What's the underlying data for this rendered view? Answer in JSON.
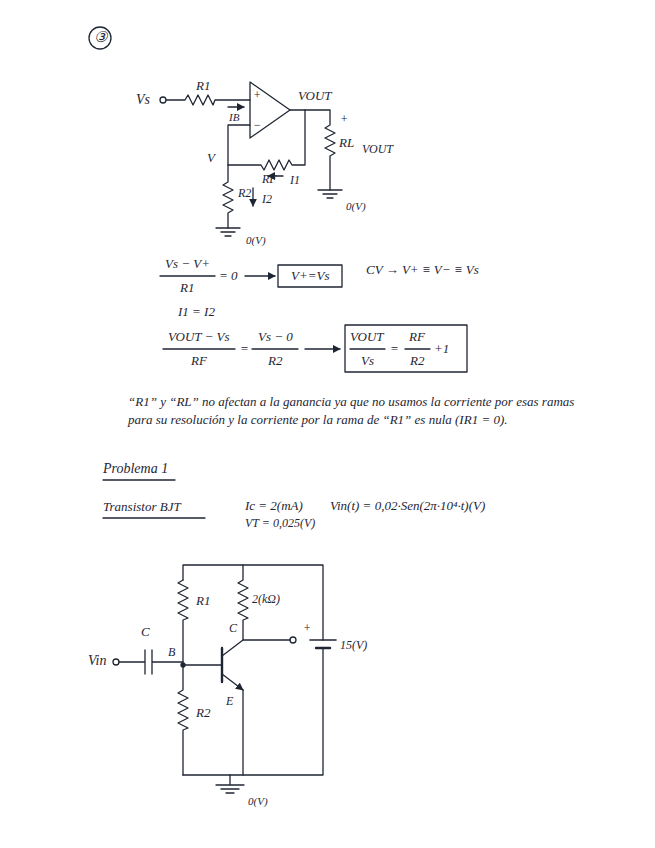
{
  "diagram": {
    "labels": [
      "③",
      "R1",
      "Vs",
      "IB",
      "+",
      "−",
      "VOUT",
      "+",
      "RL",
      "VOUT",
      "V",
      "RF",
      "I1",
      "R2",
      "I2",
      "0(V)",
      "0(V)",
      "Vs − V+",
      "R1",
      "= 0",
      "V+=Vs",
      "CV → V+ ≡ V− ≡ Vs",
      "I1 = I2",
      "VOUT − Vs",
      "RF",
      "=",
      "Vs − 0",
      "R2",
      "VOUT",
      "Vs",
      "=",
      "RF",
      "+1",
      "R2",
      "“R1” y “RL” no afectan a la ganancia ya que no usamos la corriente por esas ramas para su resolución y la corriente por la rama de “R1” es nula (IR1 = 0).",
      "Problema 1",
      "Transistor BJT",
      "Ic = 2(mA)",
      "Vin(t) = 0,02·Sen(2π·10⁴·t)(V)",
      "VT = 0,025(V)",
      "R1",
      "2(kΩ)",
      "C",
      "C",
      "Vin",
      "B",
      "E",
      "R2",
      "+",
      "15(V)",
      "0(V)"
    ]
  }
}
